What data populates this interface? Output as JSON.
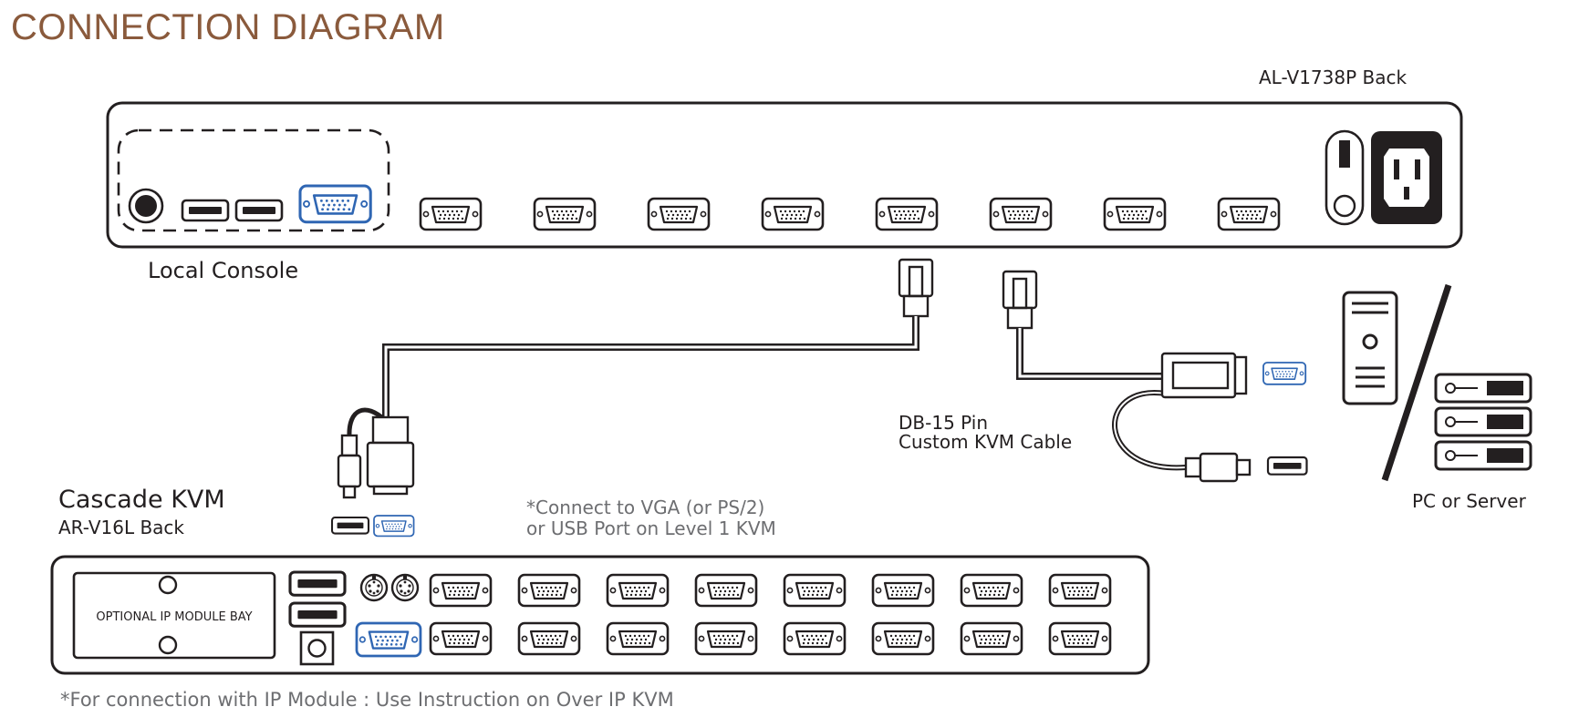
{
  "title": "CONNECTION DIAGRAM",
  "colors": {
    "title": "#8a5a3c",
    "outline": "#231f20",
    "vga_port_blue": "#2f66b3",
    "grey_note": "#6d6e71"
  },
  "primary_kvm": {
    "label": "AL-V1738P Back",
    "local_console_label": "Local Console",
    "pc_port_count": 8
  },
  "cascade_kvm": {
    "label_line1": "Cascade KVM",
    "label_line2": "AR-V16L Back",
    "ip_module_bay_label": "OPTIONAL IP MODULE BAY",
    "pc_port_count": 16
  },
  "notes": {
    "connect_line1": "*Connect to VGA (or PS/2)",
    "connect_line2": "or USB Port on Level 1 KVM",
    "footer": "*For connection with IP Module : Use Instruction on Over IP KVM"
  },
  "cable": {
    "label_line1": "DB-15 Pin",
    "label_line2": "Custom KVM Cable"
  },
  "pc_server_label": "PC or Server",
  "icons": [
    "audio-jack-icon",
    "usb-port-icon",
    "vga-port-icon",
    "power-switch-icon",
    "power-inlet-icon",
    "ps2-port-icon",
    "db15-connector-icon",
    "usb-plug-icon",
    "pc-tower-icon",
    "server-rack-icon"
  ]
}
